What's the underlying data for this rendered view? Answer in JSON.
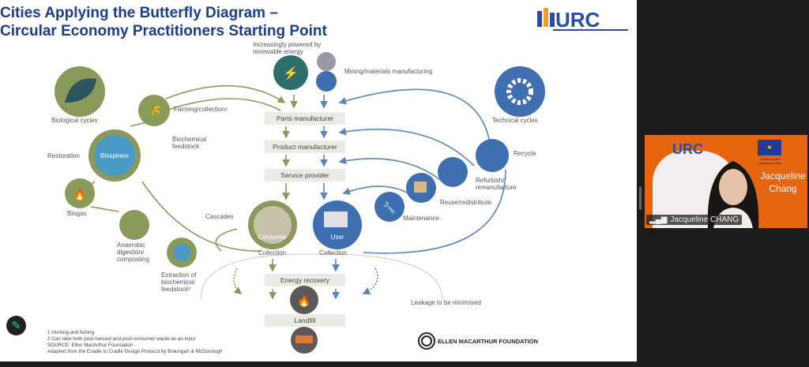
{
  "slide": {
    "title_line1": "Cities Applying the Butterfly Diagram –",
    "title_line2": "Circular Economy Practitioners Starting Point",
    "logo_text": "URC",
    "labels": {
      "renewable1": "Increasingly powered by",
      "renewable2": "renewable energy",
      "mining": "Mining/materials manufacturing",
      "bio_cycles": "Biological cycles",
      "farming": "Farming/collection¹",
      "biochem1": "Biochemical",
      "biochem2": "feedstock",
      "restoration": "Restoration",
      "biosphere": "Biosphere",
      "biogas": "Biogas",
      "anaerobic1": "Anaerobic",
      "anaerobic2": "digestion/",
      "anaerobic3": "composting",
      "extraction1": "Extraction of",
      "extraction2": "biochemical",
      "extraction3": "feedstock²",
      "cascades": "Cascades",
      "consumer": "Consumer",
      "user": "User",
      "collection_left": "Collection",
      "collection_right": "Collection",
      "tech_cycles": "Technical cycles",
      "recycle": "Recycle",
      "refurbish1": "Refurbish/",
      "refurbish2": "remanufacture",
      "reuse": "Reuse/redistribute",
      "maintenance": "Maintenance",
      "leakage": "Leakage to be minimised"
    },
    "boxes": {
      "parts": "Parts manufacturer",
      "product": "Product manufacturer",
      "service": "Service provider",
      "energy": "Energy recovery",
      "landfill": "Landfill"
    },
    "footnotes": [
      "1  Hunting and fishing",
      "2 Can take both post-harvest and post-consumer waste as an input",
      "SOURCE: Ellen MacArthur Foundation -",
      "Adapted from the Cradle to Cradle Design Protocol by Braungart & McDonough"
    ],
    "foundation": "ELLEN MACARTHUR FOUNDATION",
    "colors": {
      "title": "#1f3c8c",
      "bio": "#8a9a5b",
      "tech": "#5b84b8"
    }
  },
  "participant": {
    "name": "Jacqueline CHANG",
    "background_name": "Jacqueline Chang",
    "background_logo": "URC",
    "eu_text": "Funded by the European Union"
  },
  "controls": {
    "annotate_icon": "pencil-icon"
  }
}
